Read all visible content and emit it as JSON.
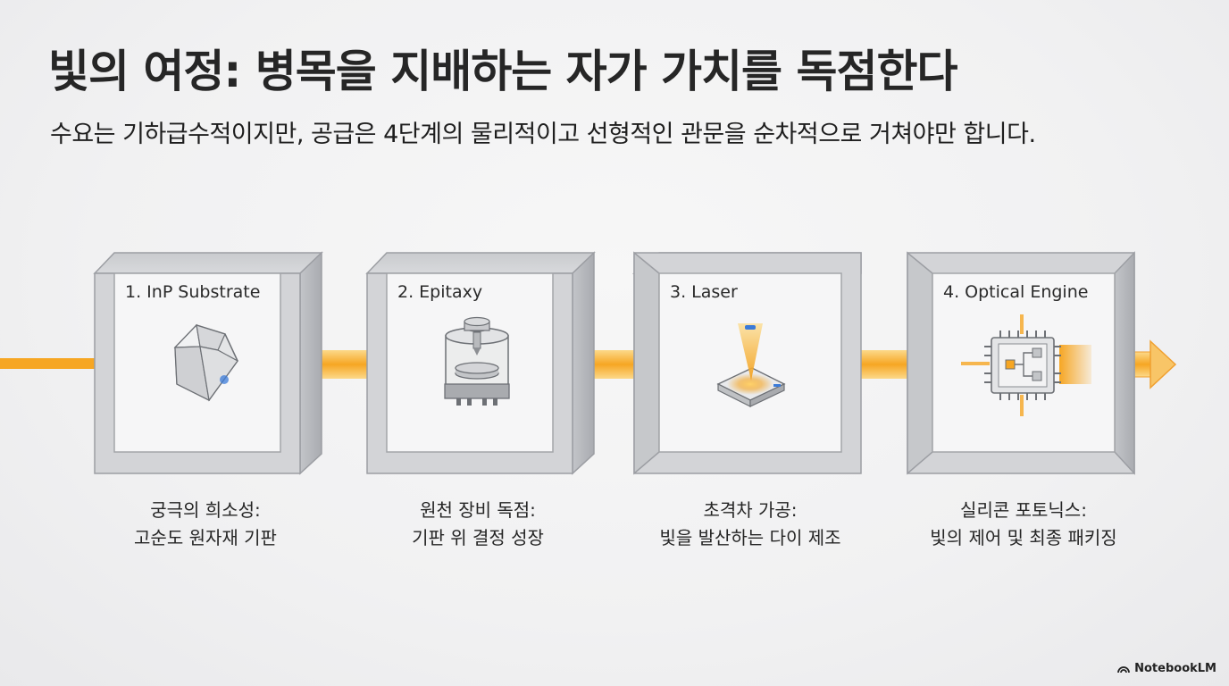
{
  "slide": {
    "title": "빛의 여정: 병목을 지배하는 자가 가치를 독점한다",
    "subtitle": "수요는 기하급수적이지만, 공급은 4단계의 물리적이고 선형적인 관문을 순차적으로 거쳐야만 합니다."
  },
  "stages": [
    {
      "label": "1. InP Substrate",
      "icon": "crystal-icon",
      "caption_line1": "궁극의 희소성:",
      "caption_line2": "고순도 원자재 기판"
    },
    {
      "label": "2. Epitaxy",
      "icon": "reactor-icon",
      "caption_line1": "원천 장비 독점:",
      "caption_line2": "기판 위 결정 성장"
    },
    {
      "label": "3. Laser",
      "icon": "laser-die-icon",
      "caption_line1": "초격차 가공:",
      "caption_line2": "빛을 발산하는 다이 제조"
    },
    {
      "label": "4. Optical Engine",
      "icon": "chip-icon",
      "caption_line1": "실리콘 포토닉스:",
      "caption_line2": "빛의 제어 및 최종 패키징"
    }
  ],
  "branding": {
    "name": "NotebookLM",
    "icon": "notebooklm-logo-icon"
  },
  "colors": {
    "beam": "#f6a623",
    "beam_light": "#fbd07a",
    "frame_face": "#d5d6d9",
    "frame_side": "#b4b6ba",
    "accent_blue": "#3b7bd8"
  }
}
